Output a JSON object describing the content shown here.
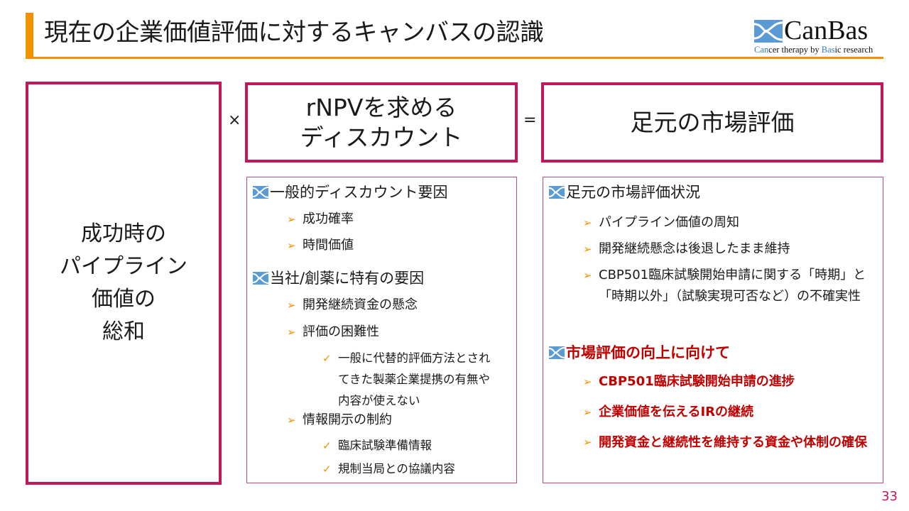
{
  "header": {
    "title": "現在の企業価値評価に対するキャンバスの認識",
    "accent_color": "#f39200"
  },
  "logo": {
    "icon": "canbas-logo-icon",
    "name": "CanBas",
    "tagline_parts": [
      "Can",
      "cer therapy by ",
      "Bas",
      "ic research"
    ]
  },
  "equation": {
    "left_box": [
      "成功時の",
      "パイプライン",
      "価値の",
      "総和"
    ],
    "operator_multiply": "×",
    "middle_box": [
      "rNPVを求める",
      "ディスカウント"
    ],
    "operator_equals": "=",
    "right_box": "足元の市場評価",
    "border_color": "#c2185b"
  },
  "middle_panel": {
    "sections": [
      {
        "heading": "一般的ディスカウント要因",
        "items": [
          {
            "text": "成功確率",
            "subitems": []
          },
          {
            "text": "時間価値",
            "subitems": []
          }
        ]
      },
      {
        "heading": "当社/創薬に特有の要因",
        "items": [
          {
            "text": "開発継続資金の懸念",
            "subitems": []
          },
          {
            "text": "評価の困難性",
            "subitems": [
              "一般に代替的評価方法とされてきた製薬企業提携の有無や内容が使えない"
            ]
          },
          {
            "text": "情報開示の制約",
            "subitems": [
              "臨床試験準備情報",
              "規制当局との協議内容"
            ]
          }
        ]
      }
    ]
  },
  "right_panel": {
    "sections": [
      {
        "heading": "足元の市場評価状況",
        "emphasis": false,
        "items": [
          "パイプライン価値の周知",
          "開発継続懸念は後退したまま維持",
          "CBP501臨床試験開始申請に関する「時期」と「時期以外」（試験実現可否など）の不確実性"
        ]
      },
      {
        "heading": "市場評価の向上に向けて",
        "emphasis": true,
        "items": [
          "CBP501臨床試験開始申請の進捗",
          "企業価値を伝えるIRの継続",
          "開発資金と継続性を維持する資金や体制の確保"
        ]
      }
    ],
    "emphasis_color": "#c00000"
  },
  "footer": {
    "page_number": "33"
  }
}
